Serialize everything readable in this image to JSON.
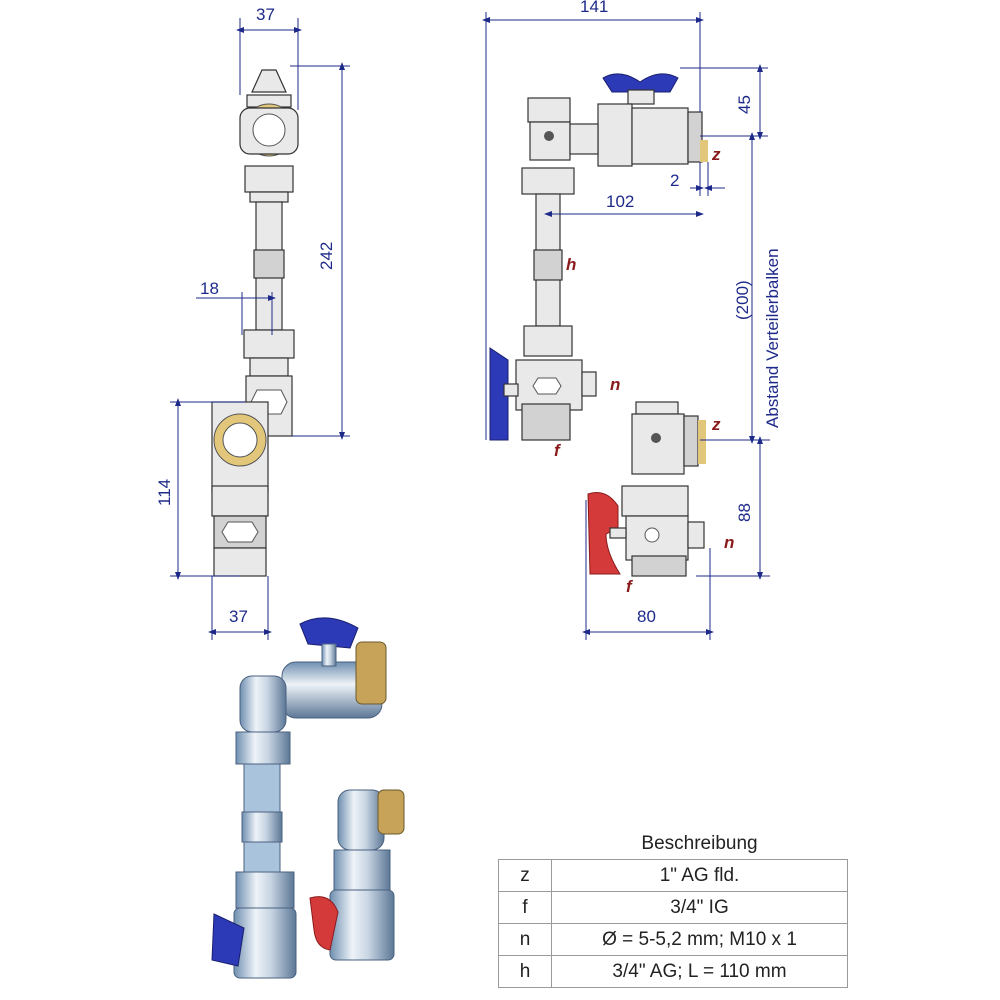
{
  "dimensions": {
    "d37_top": "37",
    "d242": "242",
    "d18": "18",
    "d114": "114",
    "d37_bottom": "37",
    "d141": "141",
    "d45": "45",
    "d2": "2",
    "d102": "102",
    "d200": "(200)",
    "abstand": "Abstand Verteilerbalken",
    "d88": "88",
    "d80": "80"
  },
  "labels": {
    "z_top": "z",
    "h": "h",
    "n_left": "n",
    "f_left": "f",
    "z_bottom": "z",
    "n_right": "n",
    "f_right": "f"
  },
  "table": {
    "header": "Beschreibung",
    "rows": [
      {
        "key": "z",
        "value": "1\" AG fld."
      },
      {
        "key": "f",
        "value": "3/4\" IG"
      },
      {
        "key": "n",
        "value": "Ø = 5-5,2 mm; M10 x 1"
      },
      {
        "key": "h",
        "value": "3/4\" AG; L = 110 mm"
      }
    ]
  },
  "colors": {
    "dimension": "#1e2a8a",
    "label": "#8b1a1a",
    "handle_blue": "#2d3ab8",
    "handle_red": "#d43a3a",
    "thread_yellow": "#e2c77a"
  }
}
